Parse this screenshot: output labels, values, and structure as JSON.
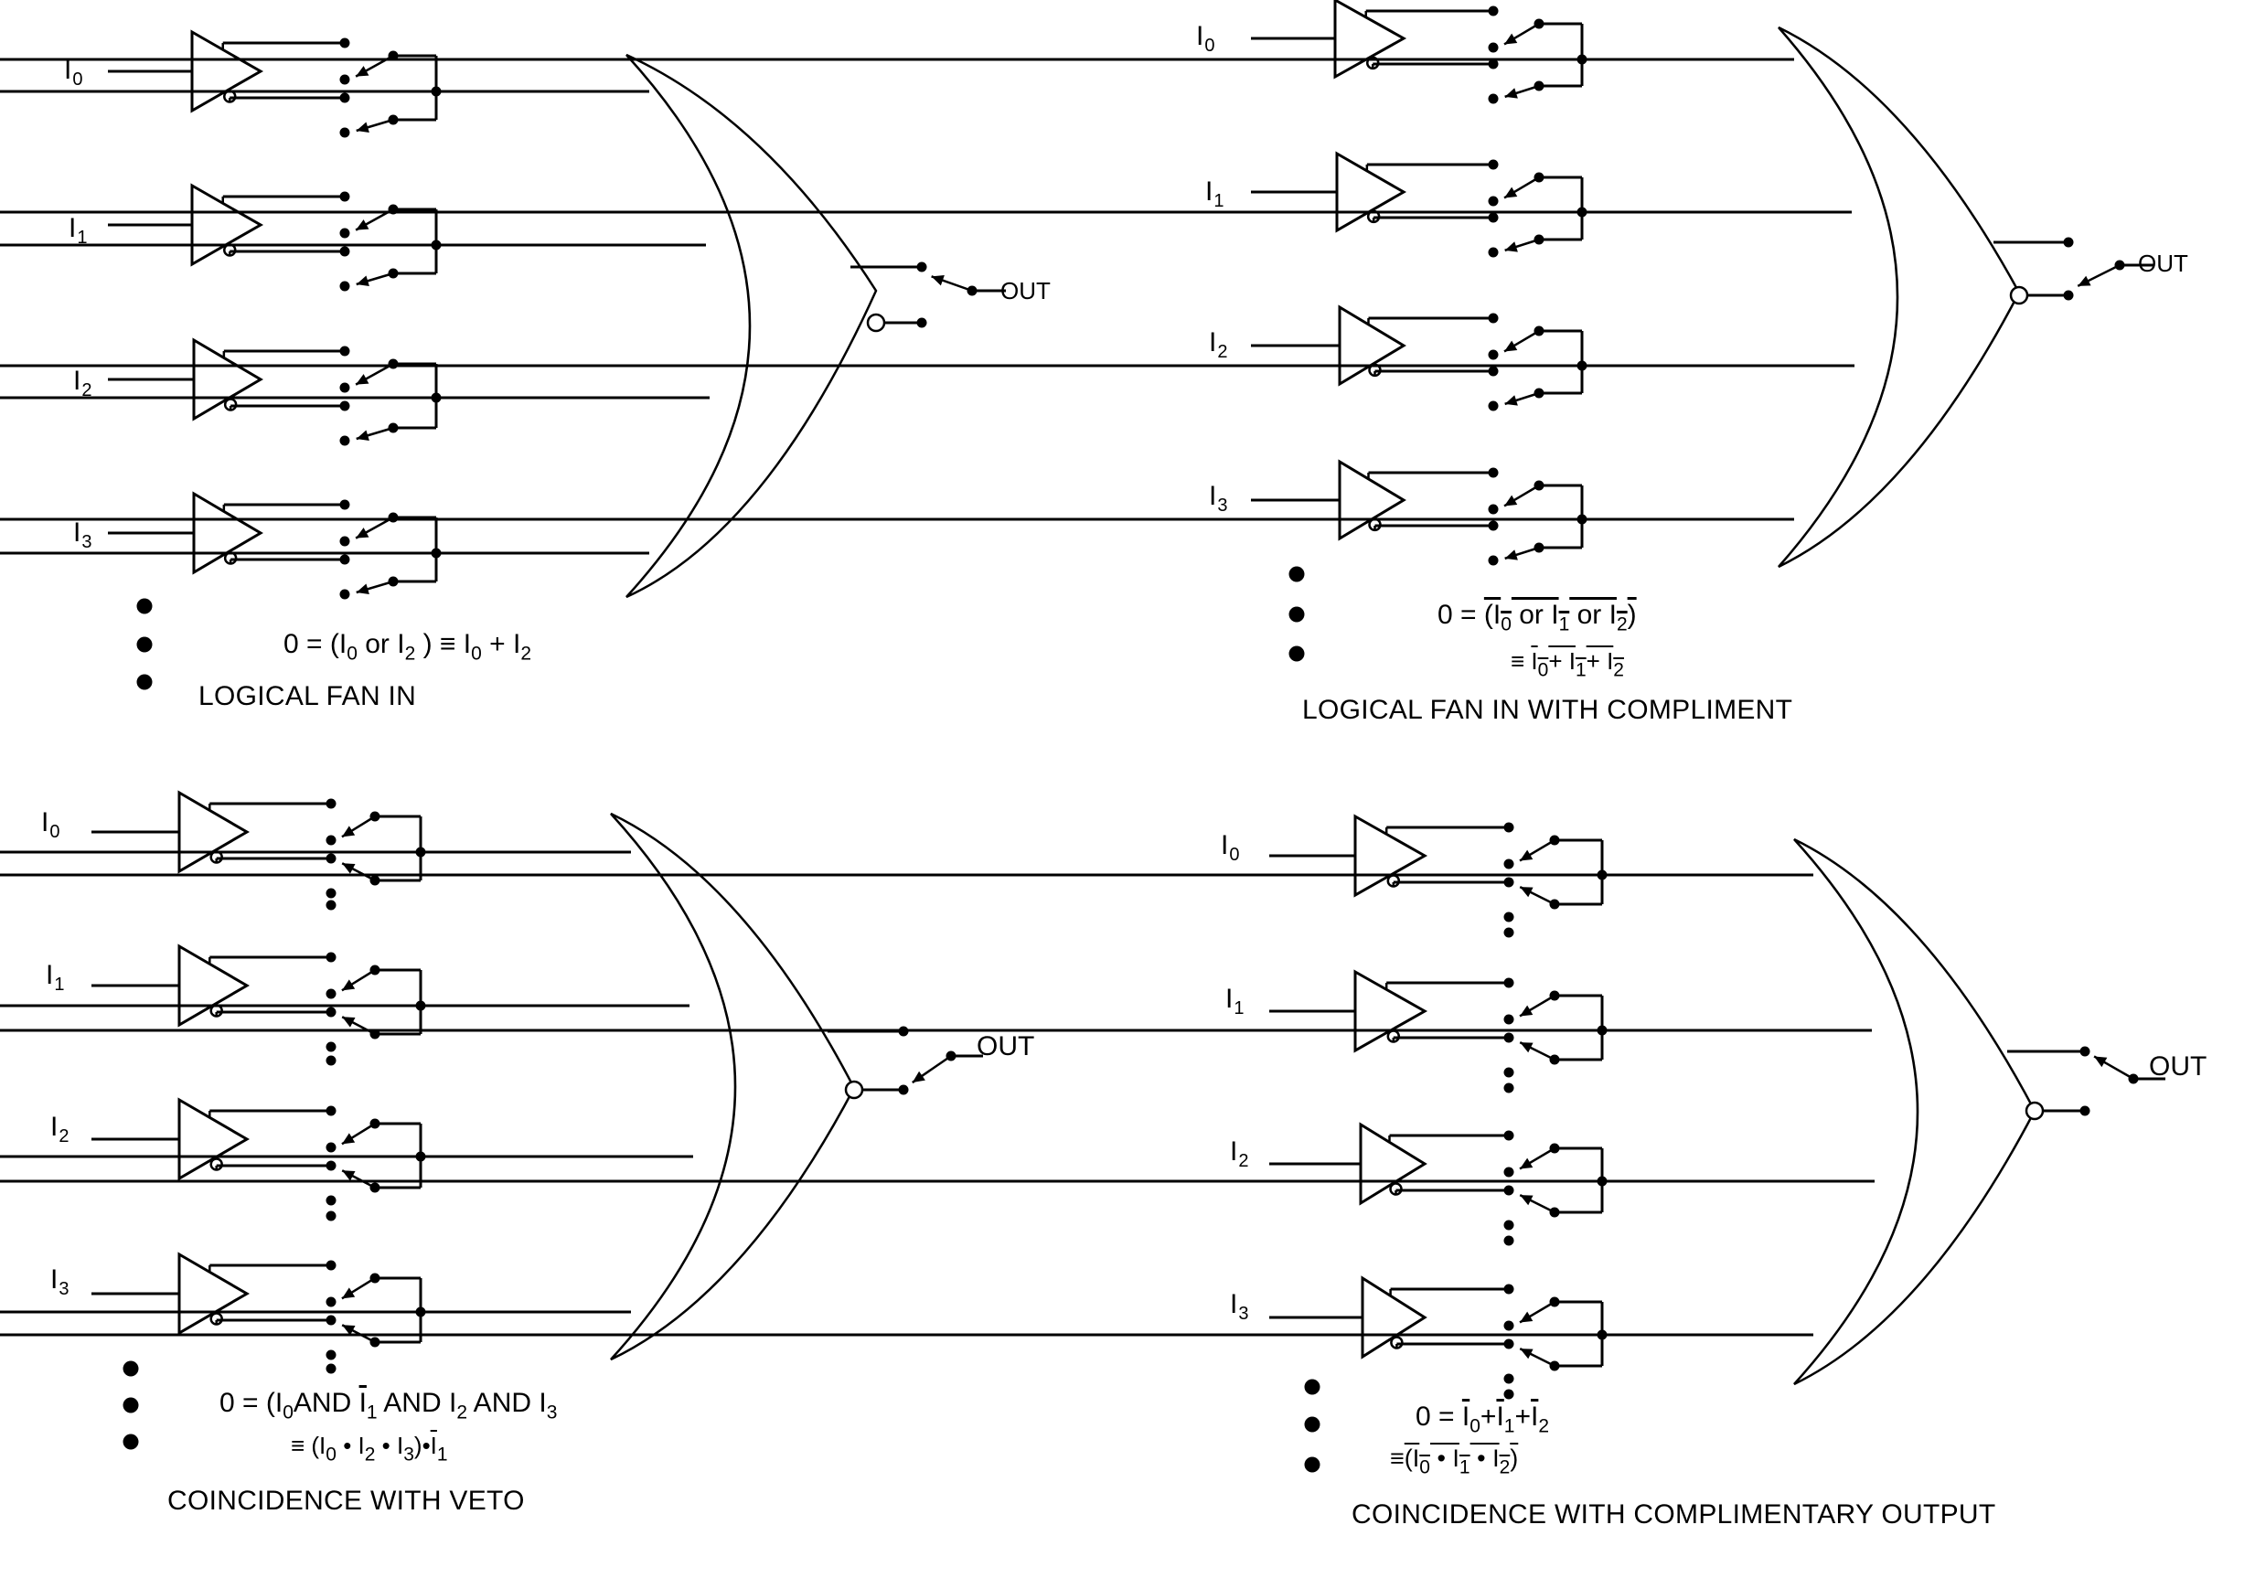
{
  "panels": [
    {
      "id": "logical-fan-in",
      "caption": "LOGICAL FAN IN",
      "inputs": [
        "I",
        "I",
        "I",
        "I"
      ],
      "input_subscripts": [
        "0",
        "1",
        "2",
        "3"
      ],
      "output_label": "OUT",
      "equation_line1": {
        "prefix": "0 = (I",
        "s1": "0",
        "mid1": " or  I",
        "s2": "2",
        "mid2": " ) ≡ I",
        "s3": "0",
        "mid3": " + I",
        "s4": "2"
      }
    },
    {
      "id": "logical-fan-in-with-compliment",
      "caption": "LOGICAL FAN IN WITH COMPLIMENT",
      "inputs": [
        "I",
        "I",
        "I",
        "I"
      ],
      "input_subscripts": [
        "0",
        "1",
        "2",
        "3"
      ],
      "output_label": "OUT",
      "equation_line1": {
        "prefix": "0 = ",
        "bar_a": "(I",
        "s1": "0",
        "mid1": " or  I",
        "s2": "1",
        "mid2": " or I",
        "s3": "2",
        "bar_end": ")"
      },
      "equation_line2": {
        "prefix": "≡ ",
        "t1": "I",
        "s1": "0",
        "t2": "+ I",
        "s2": "1",
        "t3": "+ I",
        "s3": "2"
      }
    },
    {
      "id": "coincidence-with-veto",
      "caption": "COINCIDENCE WITH VETO",
      "inputs": [
        "I",
        "I",
        "I",
        "I"
      ],
      "input_subscripts": [
        "0",
        "1",
        "2",
        "3"
      ],
      "output_label": "OUT",
      "equation_line1": {
        "prefix": "0 = (I",
        "s1": "0",
        "t2": "AND ",
        "t2b": "I",
        "s2": "1",
        "t3": " AND I",
        "s3": "2",
        "t4": " AND I",
        "s4": "3"
      },
      "equation_line2": {
        "prefix": "≡  (I",
        "s1": "0",
        "t2": " • I",
        "s2": "2",
        "t3": " • I",
        "s3": "3",
        "t4": ")•",
        "t4b": "I",
        "s4": "1"
      }
    },
    {
      "id": "coincidence-with-complimentary-output",
      "caption": "COINCIDENCE WITH COMPLIMENTARY OUTPUT",
      "inputs": [
        "I",
        "I",
        "I",
        "I"
      ],
      "input_subscripts": [
        "0",
        "1",
        "2",
        "3"
      ],
      "output_label": "OUT",
      "equation_line1": {
        "prefix": "0 = ",
        "t1": "I",
        "s1": "0",
        "t2": "+",
        "t2b": "I",
        "s2": "1",
        "t3": "+",
        "t3b": "I",
        "s3": "2"
      },
      "equation_line2": {
        "prefix": "≡",
        "t1": "(I",
        "s1": "0",
        "t2": " • I",
        "s2": "1",
        "t3": " • I",
        "s3": "2",
        "t4": ")"
      }
    }
  ]
}
